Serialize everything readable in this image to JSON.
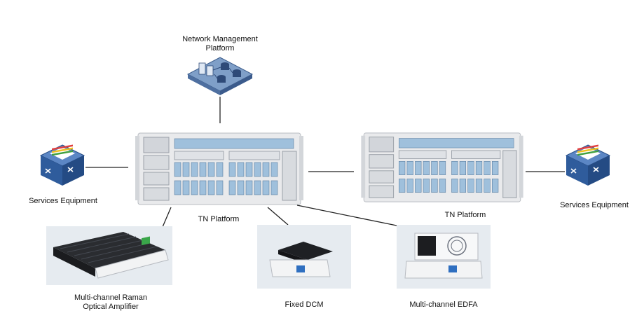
{
  "labels": {
    "nms": [
      "Network Management",
      "Platform"
    ],
    "tn_left": "TN Platform",
    "tn_right": "TN Platform",
    "services_left": "Services Equipment",
    "services_right": "Services Equipment",
    "raman": [
      "Multi-channel Raman",
      "Optical Amplifier"
    ],
    "dcm": "Fixed DCM",
    "edfa": "Multi-channel EDFA"
  },
  "colors": {
    "chassis": "#e9eaec",
    "panel_blue": "#9fc0dc",
    "switch_blue": "#3d6fae",
    "line": "#222222",
    "photo_bg": "#e6ebf0"
  },
  "icons": {
    "nms": "network-management-icon",
    "switch": "services-switch-icon"
  }
}
